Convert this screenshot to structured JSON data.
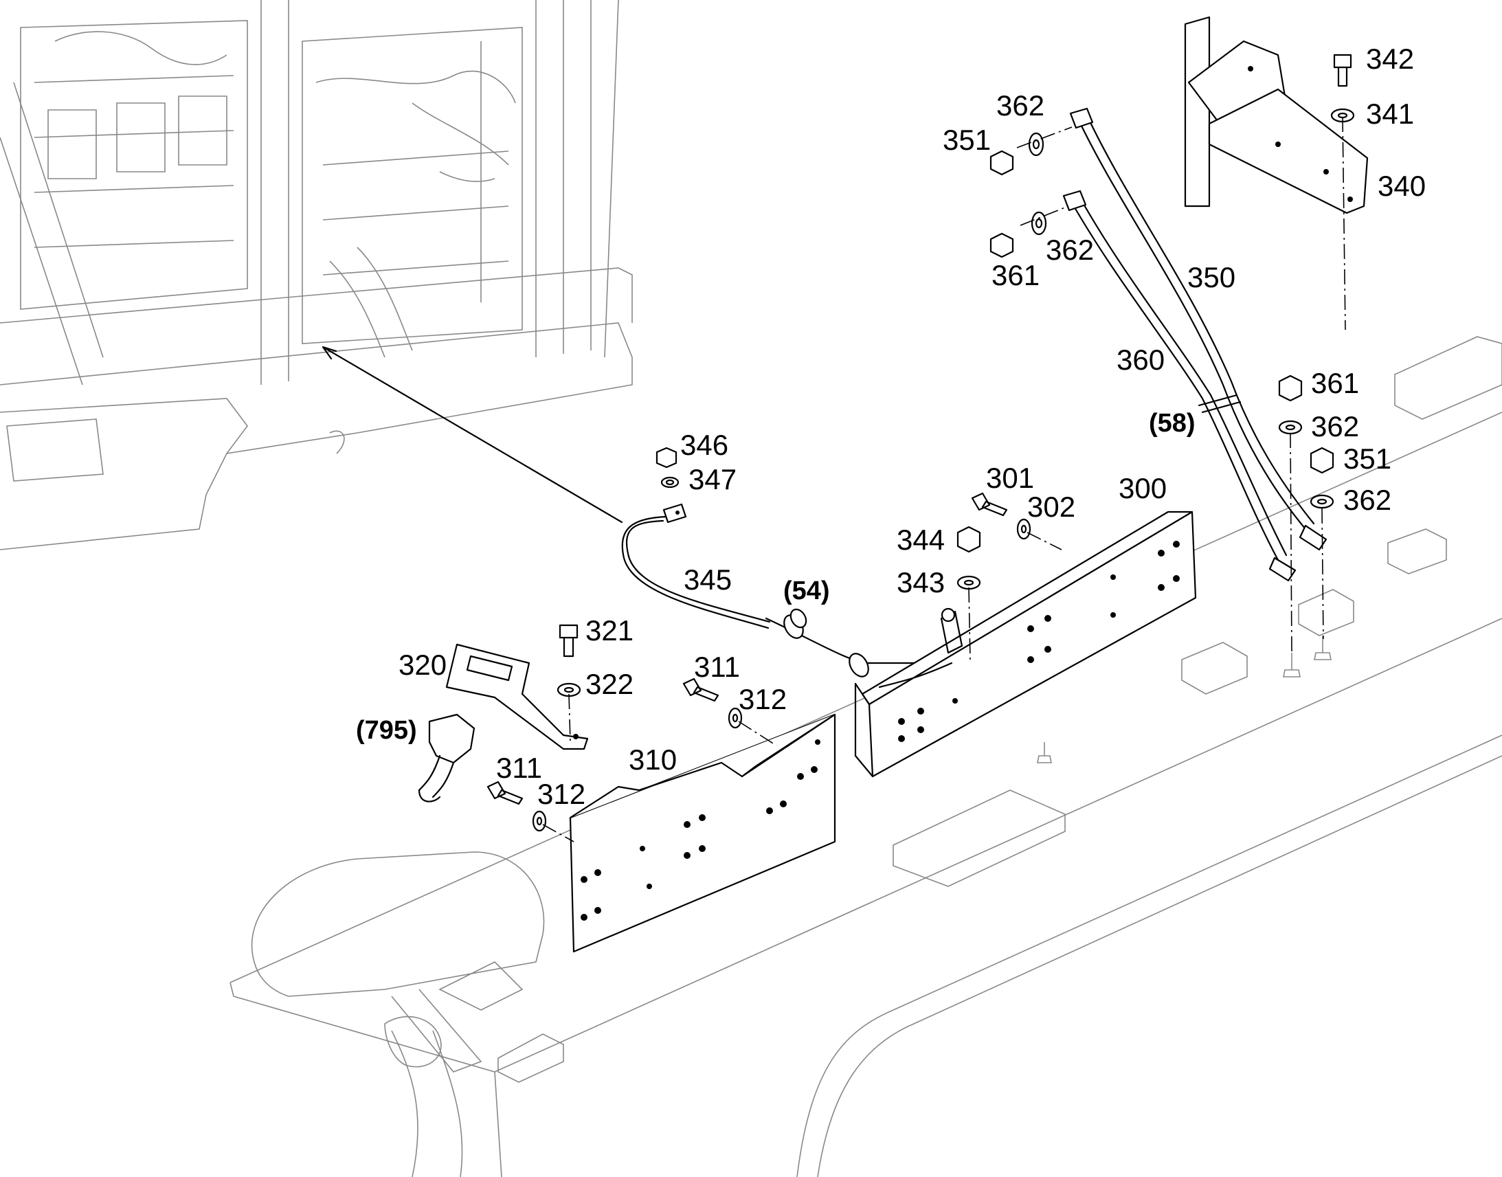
{
  "callouts": {
    "p300": "300",
    "p301": "301",
    "p302": "302",
    "p310": "310",
    "p311a": "311",
    "p312a": "312",
    "p311b": "311",
    "p312b": "312",
    "p320": "320",
    "p321": "321",
    "p322": "322",
    "p340": "340",
    "p341": "341",
    "p342": "342",
    "p343": "343",
    "p344": "344",
    "p345": "345",
    "p346": "346",
    "p347": "347",
    "p350": "350",
    "p351a": "351",
    "p351b": "351",
    "p360": "360",
    "p361a": "361",
    "p361b": "361",
    "p362a": "362",
    "p362b": "362",
    "p362c": "362",
    "p362d": "362",
    "ref54": "(54)",
    "ref58": "(58)",
    "ref795": "(795)"
  }
}
